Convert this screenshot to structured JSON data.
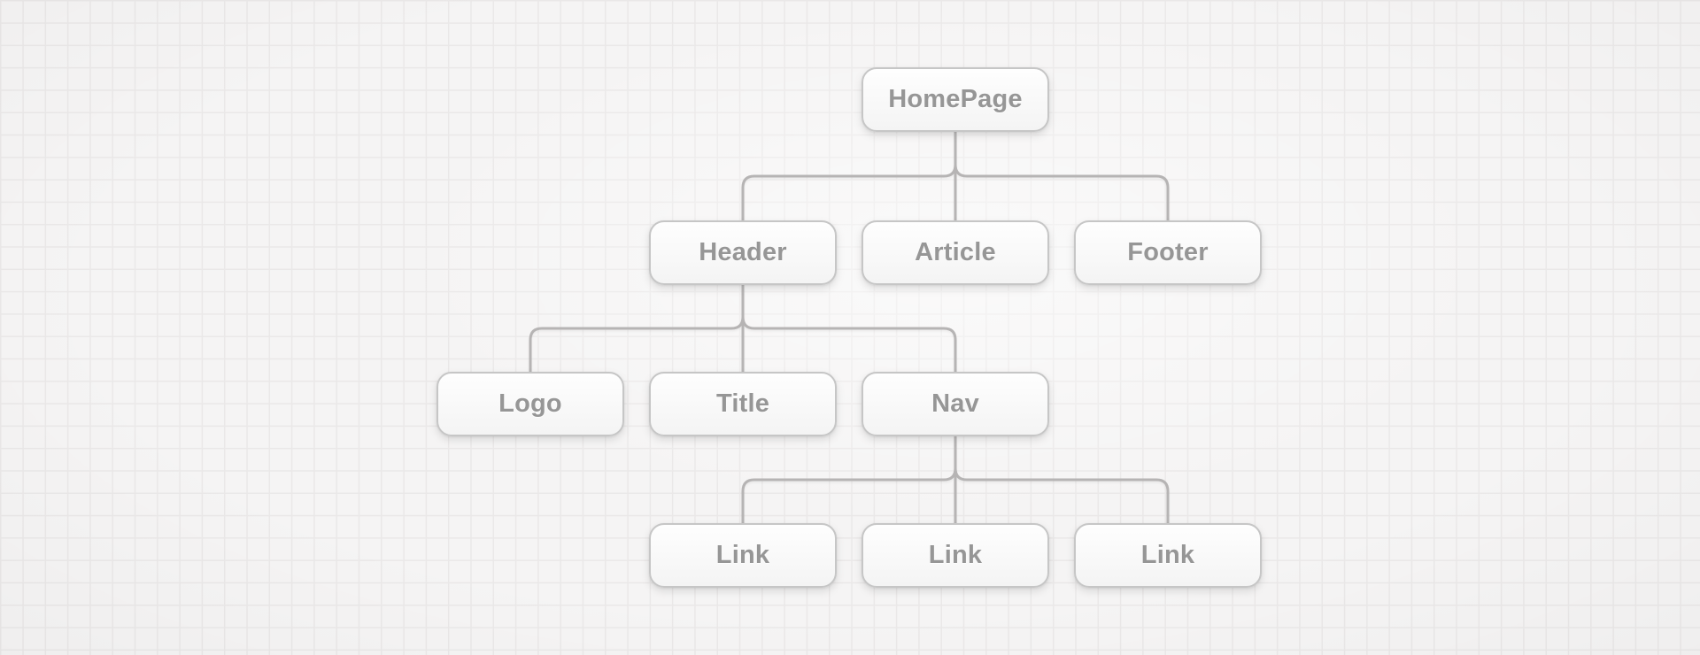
{
  "diagram": {
    "type": "tree",
    "nodes": [
      {
        "id": "homepage",
        "label": "HomePage",
        "parent": null,
        "col": 3,
        "row": 1
      },
      {
        "id": "header",
        "label": "Header",
        "parent": "homepage",
        "col": 2,
        "row": 2
      },
      {
        "id": "article",
        "label": "Article",
        "parent": "homepage",
        "col": 3,
        "row": 2
      },
      {
        "id": "footer",
        "label": "Footer",
        "parent": "homepage",
        "col": 4,
        "row": 2
      },
      {
        "id": "logo",
        "label": "Logo",
        "parent": "header",
        "col": 1,
        "row": 3
      },
      {
        "id": "title",
        "label": "Title",
        "parent": "header",
        "col": 2,
        "row": 3
      },
      {
        "id": "nav",
        "label": "Nav",
        "parent": "header",
        "col": 3,
        "row": 3
      },
      {
        "id": "link-1",
        "label": "Link",
        "parent": "nav",
        "col": 2,
        "row": 4
      },
      {
        "id": "link-2",
        "label": "Link",
        "parent": "nav",
        "col": 3,
        "row": 4
      },
      {
        "id": "link-3",
        "label": "Link",
        "parent": "nav",
        "col": 4,
        "row": 4
      }
    ],
    "colors": {
      "background": "#f5f4f4",
      "grid_line": "#eae8e8",
      "node_border": "#c6c6c6",
      "node_text": "#969696",
      "connector": "#b6b4b4",
      "node_fill_top": "#fefefe",
      "node_fill_bottom": "#f4f4f4"
    }
  }
}
